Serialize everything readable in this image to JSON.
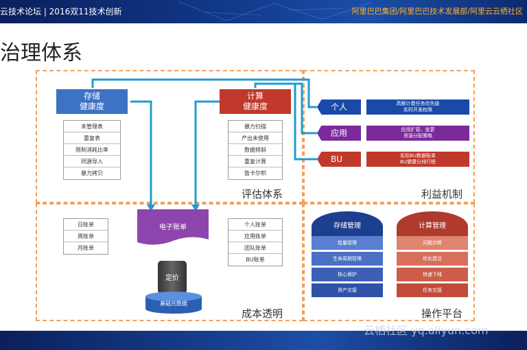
{
  "header": {
    "left_text": "云技术论坛 | 2016双11技术创新",
    "right_text": "阿里巴巴集团/阿里巴巴技术发展部/阿里云云栖社区"
  },
  "title": "治理体系",
  "sections": {
    "eval": "评估体系",
    "benefit": "利益机制",
    "cost": "成本透明",
    "ops": "操作平台"
  },
  "storage_health": "存储\n健康度",
  "compute_health": "计算\n健康度",
  "storage_items": [
    "未管理表",
    "重复表",
    "限制消耗比率",
    "同源导入",
    "暴力拷贝"
  ],
  "compute_items": [
    "暴力扫描",
    "产出未使用",
    "数据倾斜",
    "重复计算",
    "笛卡尔积"
  ],
  "benefit_rows": [
    {
      "label": "个人",
      "desc": "高额计费任务优先级\n实时开发权限",
      "color": "#1a4aa8"
    },
    {
      "label": "应用",
      "desc": "应用扩容、变更\n资源分配策略",
      "color": "#7b2a9a"
    },
    {
      "label": "BU",
      "desc": "实际BU数据账单\nBU健康分排行榜",
      "color": "#c0392b"
    }
  ],
  "bills_left": [
    "日账单",
    "周账单",
    "月账单"
  ],
  "bills_right": [
    "个人账单",
    "应用账单",
    "团队账单",
    "BU账单"
  ],
  "e_bill": "电子账单",
  "pricing": "定价",
  "base_metadata": "基础元数据",
  "storage_mgmt": {
    "title": "存储管理",
    "items": [
      "批量管理",
      "生命周期管理",
      "核心保护",
      "资产交接"
    ]
  },
  "compute_mgmt": {
    "title": "计算管理",
    "items": [
      "问题诊断",
      "优化建议",
      "快速下线",
      "任务交接"
    ]
  },
  "watermark": "云栖社区 yq.aliyun.com"
}
